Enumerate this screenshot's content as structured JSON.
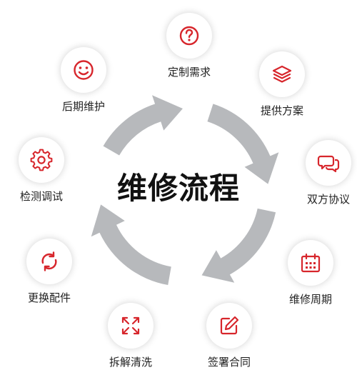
{
  "center_title": "维修流程",
  "accent_color": "#d7262c",
  "arrow_color": "#b7b9bc",
  "steps": [
    {
      "label": "定制需求",
      "icon": "question-icon"
    },
    {
      "label": "提供方案",
      "icon": "layers-icon"
    },
    {
      "label": "双方协议",
      "icon": "chat-icon"
    },
    {
      "label": "维修周期",
      "icon": "calendar-icon"
    },
    {
      "label": "签署合同",
      "icon": "edit-icon"
    },
    {
      "label": "拆解清洗",
      "icon": "expand-icon"
    },
    {
      "label": "更换配件",
      "icon": "refresh-icon"
    },
    {
      "label": "检测调试",
      "icon": "gear-icon"
    },
    {
      "label": "后期维护",
      "icon": "smile-icon"
    }
  ]
}
